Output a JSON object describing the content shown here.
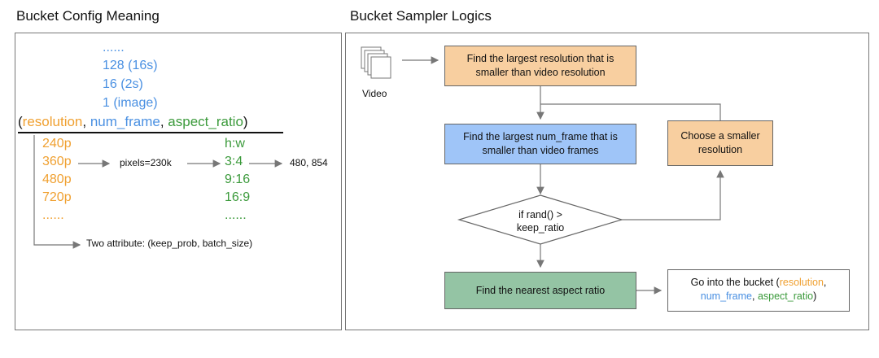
{
  "left": {
    "title": "Bucket Config Meaning",
    "frame_options": [
      "......",
      "128  (16s)",
      "16  (2s)",
      "1    (image)"
    ],
    "tuple": {
      "open": "(",
      "resolution": "resolution",
      "sep1": ", ",
      "num_frame": "num_frame",
      "sep2": ", ",
      "aspect_ratio": "aspect_ratio",
      "close": ")"
    },
    "resolutions": [
      "240p",
      "360p",
      "480p",
      "720p",
      "......"
    ],
    "pixels_label": "pixels=230k",
    "ratios": [
      "h:w",
      "3:4",
      "9:16",
      "16:9",
      "......"
    ],
    "result": "480, 854",
    "attribute_note": "Two attribute: (keep_prob, batch_size)"
  },
  "right": {
    "title": "Bucket Sampler Logics",
    "video_label": "Video",
    "step1": "Find the largest resolution that is smaller than video resolution",
    "step2": "Find the largest num_frame that is smaller than video frames",
    "step_smaller": "Choose a smaller resolution",
    "decision": "if rand() > keep_ratio",
    "step3": "Find the nearest aspect ratio",
    "final": {
      "prefix": "Go into the bucket  (",
      "resolution": "resolution",
      "sep1": ",",
      "num_frame": "num_frame",
      "sep2": ", ",
      "aspect_ratio": "aspect_ratio",
      "close": ")"
    }
  },
  "colors": {
    "orange_fill": "#f8cfa0",
    "blue_fill": "#9fc5f8",
    "green_fill": "#94c4a4",
    "line": "#777777"
  }
}
